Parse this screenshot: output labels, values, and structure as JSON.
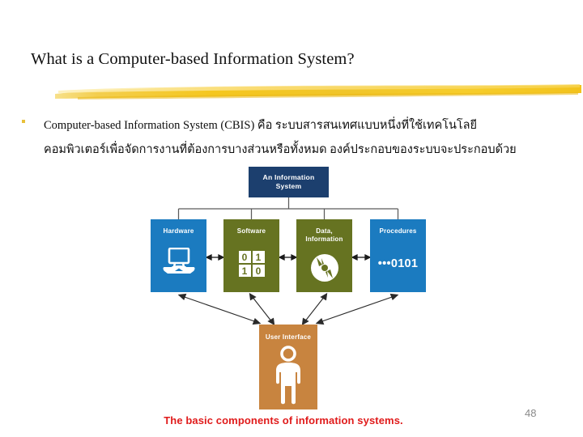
{
  "slide": {
    "title": "What is a Computer-based Information System?",
    "page_number": "48",
    "caption": "The basic components of information systems.",
    "accent_gold": "#e8c03a",
    "caption_color": "#e01b1b"
  },
  "body": {
    "bullet_line_1": "Computer-based Information System (CBIS) คือ ระบบสารสนเทศแบบหนึ่งที่ใช้เทคโนโลยี",
    "bullet_line_2": "คอมพิวเตอร์เพื่อจัดการงานที่ต้องการบางส่วนหรือทั้งหมด องค์ประกอบของระบบจะประกอบด้วย"
  },
  "diagram": {
    "top_box": {
      "label_line_1": "An Information",
      "label_line_2": "System",
      "color": "#1c3f6e"
    },
    "components": [
      {
        "label_line_1": "Hardware",
        "label_line_2": "",
        "color": "#1b7bc0",
        "icon": "monitor-keyboard-icon"
      },
      {
        "label_line_1": "Software",
        "label_line_2": "",
        "color": "#667321",
        "icon": "binary-grid-icon",
        "bits": [
          "0",
          "1",
          "1",
          "0"
        ]
      },
      {
        "label_line_1": "Data,",
        "label_line_2": "Information",
        "color": "#667321",
        "icon": "compact-disc-icon"
      },
      {
        "label_line_1": "Procedures",
        "label_line_2": "",
        "color": "#1b7bc0",
        "icon": "dots-binary-icon",
        "code": "•••0101"
      }
    ],
    "bottom_box": {
      "label_line_1": "User Interface",
      "color": "#c8843f",
      "icon": "person-icon"
    }
  }
}
